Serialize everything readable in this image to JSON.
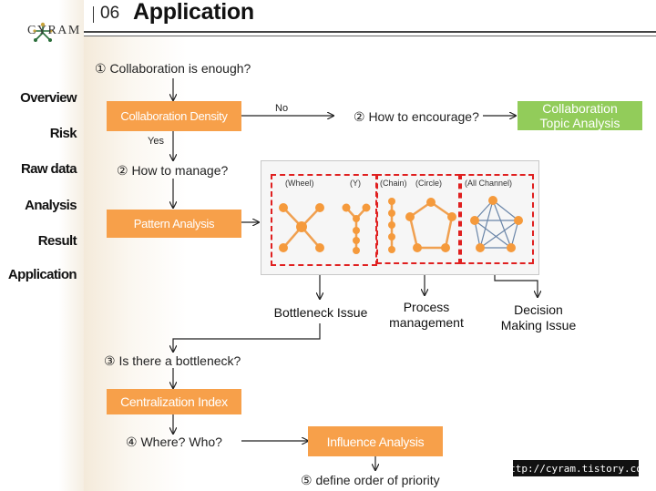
{
  "brand": {
    "name": "CYRAM",
    "accent": "#f7a04a",
    "green": "#92cc5a",
    "red_dash": "#e02020"
  },
  "title": {
    "number": "06",
    "text": "Application"
  },
  "nav": [
    "Overview",
    "Risk",
    "Raw data",
    "Analysis",
    "Result",
    "Application"
  ],
  "steps": {
    "q1": "① Collaboration is enough?",
    "q2_encourage": "② How to encourage?",
    "q2_manage": "② How to manage?",
    "q3": "③ Is there a bottleneck?",
    "q4": "④ Where? Who?",
    "q5": "⑤ define order of priority"
  },
  "edge_labels": {
    "no": "No",
    "yes": "Yes"
  },
  "boxes": {
    "collab_density": "Collaboration Density",
    "collab_topic_line1": "Collaboration",
    "collab_topic_line2": "Topic Analysis",
    "pattern_analysis": "Pattern Analysis",
    "centralization": "Centralization Index",
    "influence": "Influence Analysis"
  },
  "patterns": [
    "(Wheel)",
    "(Y)",
    "(Chain)",
    "(Circle)",
    "(All Channel)"
  ],
  "outcomes": {
    "bottleneck": "Bottleneck Issue",
    "process_line1": "Process",
    "process_line2": "management",
    "decision_line1": "Decision",
    "decision_line2": "Making Issue"
  },
  "watermark": "http://cyram.tistory.com"
}
